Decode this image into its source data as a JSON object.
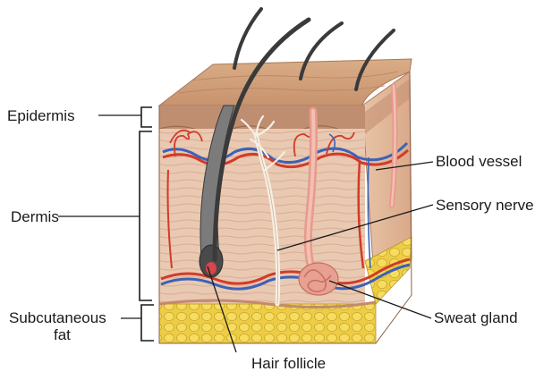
{
  "labels": {
    "epidermis": "Epidermis",
    "dermis": "Dermis",
    "subcutaneous_line1": "Subcutaneous",
    "subcutaneous_line2": "fat",
    "blood_vessel": "Blood vessel",
    "sensory_nerve": "Sensory nerve",
    "sweat_gland": "Sweat gland",
    "hair_follicle": "Hair follicle"
  },
  "colors": {
    "epidermis": "#b98a6d",
    "dermis": "#e7c7b0",
    "fat": "#f0d24a",
    "artery": "#d23a2a",
    "vein": "#3b62b8",
    "nerve": "#f7efe4",
    "hair": "#3a3a3a"
  }
}
